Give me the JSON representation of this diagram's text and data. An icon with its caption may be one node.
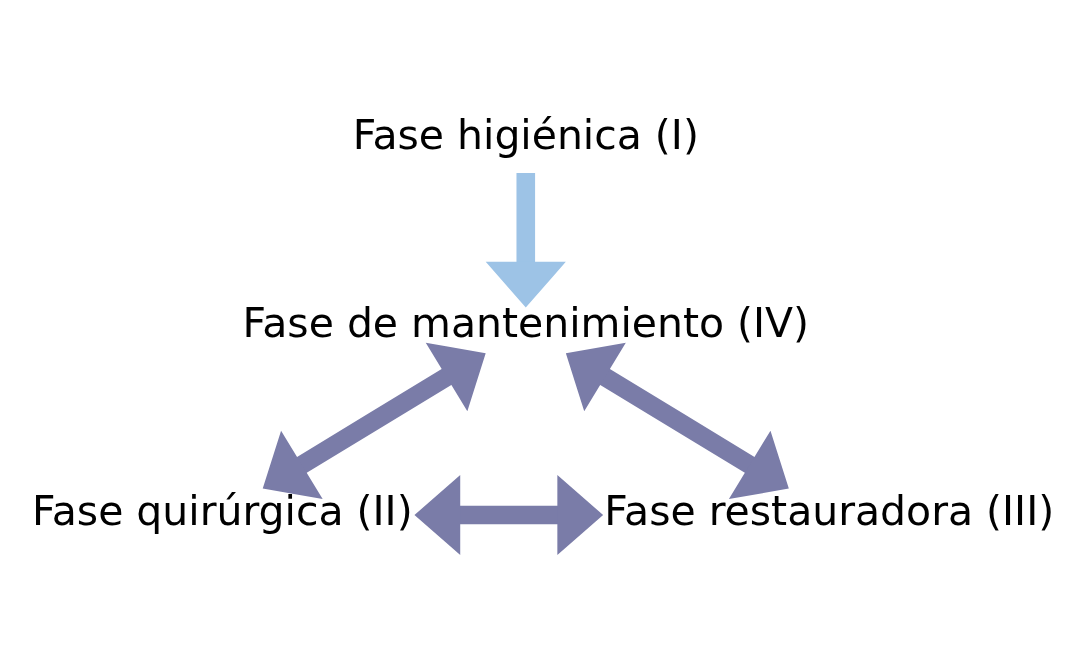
{
  "diagram": {
    "nodes": [
      {
        "text": [
          "Fase higiénica (I)"
        ]
      },
      {
        "text": [
          "Fase de mantenimiento (IV)"
        ]
      },
      {
        "text": [
          "Fase quirúrgica (II)"
        ]
      },
      {
        "text": [
          "Fase restauradora (III)"
        ]
      }
    ],
    "edges": [
      {
        "from": 0,
        "to": 1,
        "arrow": "to",
        "color": "#9dc3e6"
      },
      {
        "from": 1,
        "to": 2,
        "arrow": "both"
      },
      {
        "from": 1,
        "to": 3,
        "arrow": "both"
      },
      {
        "from": 2,
        "to": 3,
        "arrow": "both"
      }
    ]
  }
}
